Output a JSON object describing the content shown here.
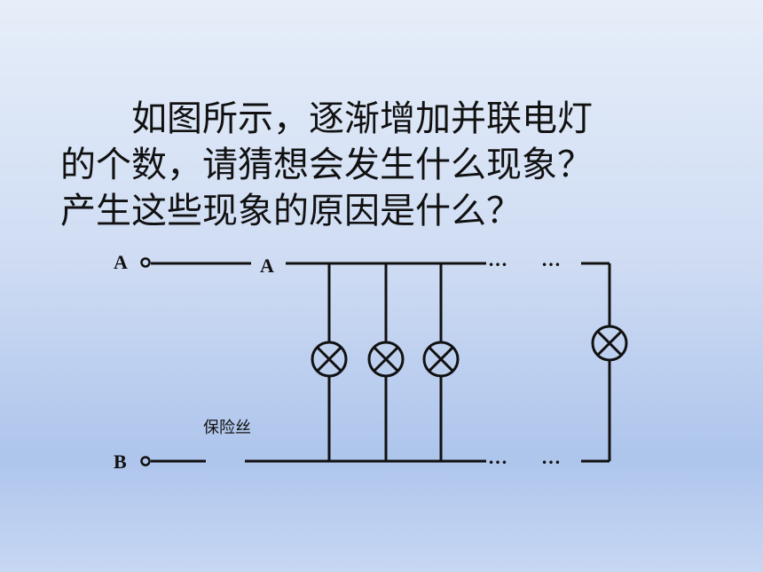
{
  "question": {
    "line1": "如图所示，逐渐增加并联电灯",
    "line2": "的个数，请猜想会发生什么现象？",
    "line3": "产生这些现象的原因是什么？"
  },
  "diagram": {
    "terminal_a_outer": "A",
    "terminal_a_inner": "A",
    "terminal_b": "B",
    "fuse_label": "保险丝",
    "ellipsis_top_1": "…",
    "ellipsis_top_2": "…",
    "ellipsis_bottom_1": "…",
    "ellipsis_bottom_2": "…"
  },
  "colors": {
    "wire": "#111111",
    "background_top": "#e6eef9",
    "background_bottom": "#aec5ec"
  },
  "icons": {
    "lamp": "lamp-symbol-icon",
    "terminal": "terminal-circle-icon"
  }
}
